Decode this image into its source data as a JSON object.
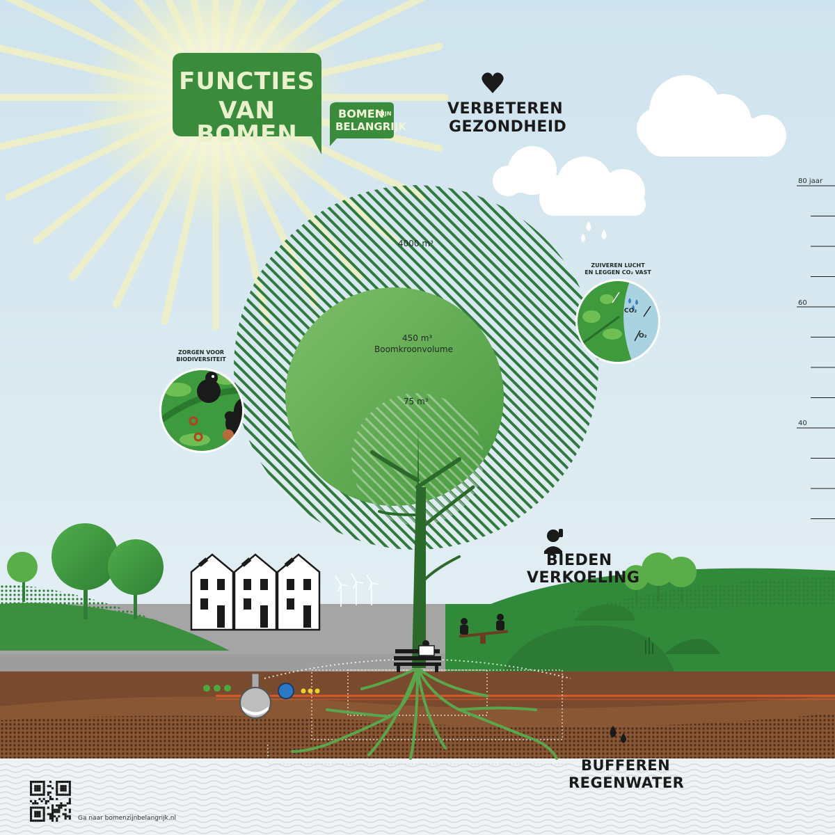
{
  "title": {
    "line1": "FUNCTIES",
    "line2": "VAN BOMEN"
  },
  "badge": {
    "word1": "BOMEN",
    "word2": "ZIJN",
    "word3": "BELANGRIJK"
  },
  "functions": {
    "health": {
      "line1": "VERBETEREN",
      "line2": "GEZONDHEID",
      "icon": "heart-icon"
    },
    "cooling": {
      "line1": "BIEDEN",
      "line2": "VERKOELING",
      "icon": "person-drinking-icon"
    },
    "water": {
      "line1": "BUFFEREN",
      "line2": "REGENWATER",
      "icon": "water-drops-icon"
    },
    "biodiversity": {
      "line1": "ZORGEN VOOR",
      "line2": "BIODIVERSITEIT"
    },
    "air": {
      "line1": "ZUIVEREN LUCHT",
      "line2": "EN LEGGEN CO₂ VAST",
      "co2": "CO₂",
      "o2": "O₂"
    }
  },
  "volumes": {
    "outer": "4000 m³",
    "crown_value": "450 m³",
    "crown_label": "Boomkroonvolume",
    "inner": "75 m³"
  },
  "age_scale": {
    "top": "80 jaar",
    "mid": "60",
    "low": "40"
  },
  "footer": {
    "link": "Ga naar bomenzijnbelangrijk.nl"
  },
  "colors": {
    "sky": "#d4e6ef",
    "brand_green": "#3c8d3f",
    "crown_green": "#5aa64c",
    "soil": "#7a4a2e",
    "road": "#a9a9a9"
  }
}
